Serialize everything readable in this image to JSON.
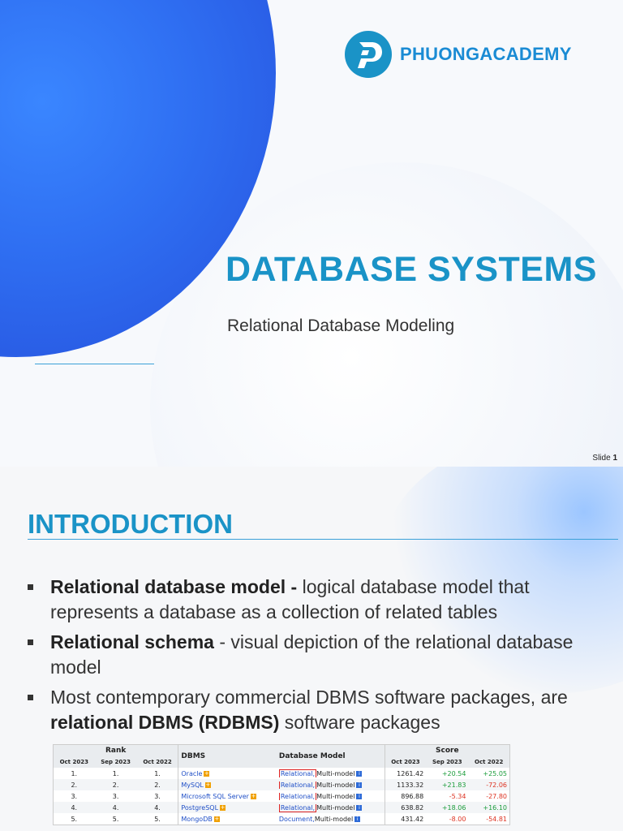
{
  "slide1": {
    "brand": "PHUONGACADEMY",
    "title": "DATABASE SYSTEMS",
    "subtitle": "Relational Database Modeling",
    "slide_label": "Slide",
    "slide_number": "1",
    "colors": {
      "accent": "#1a93c7",
      "brand": "#1a8bd4",
      "blob": "#2f6ff2"
    }
  },
  "slide2": {
    "heading": "INTRODUCTION",
    "bullets": [
      {
        "bold": "Relational database model -",
        "text": " logical database model that represents a database as a collection of related tables"
      },
      {
        "bold": "Relational schema",
        "text": " - visual depiction of the relational database model"
      },
      {
        "pre": "Most contemporary commercial DBMS software packages, are ",
        "bold": "relational DBMS (RDBMS)",
        "text": " software packages"
      }
    ],
    "table": {
      "group_headers": {
        "rank": "Rank",
        "dbms": "DBMS",
        "model": "Database Model",
        "score": "Score"
      },
      "sub_headers": [
        "Oct 2023",
        "Sep 2023",
        "Oct 2022"
      ],
      "rows": [
        {
          "r1": "1.",
          "r2": "1.",
          "r3": "1.",
          "name": "Oracle",
          "model_a": "Relational,",
          "model_b": "Multi-model",
          "score": "1261.42",
          "d1": "+20.54",
          "d2": "+25.05"
        },
        {
          "r1": "2.",
          "r2": "2.",
          "r3": "2.",
          "name": "MySQL",
          "model_a": "Relational,",
          "model_b": "Multi-model",
          "score": "1133.32",
          "d1": "+21.83",
          "d2": "-72.06"
        },
        {
          "r1": "3.",
          "r2": "3.",
          "r3": "3.",
          "name": "Microsoft SQL Server",
          "model_a": "Relational,",
          "model_b": "Multi-model",
          "score": "896.88",
          "d1": "-5.34",
          "d2": "-27.80"
        },
        {
          "r1": "4.",
          "r2": "4.",
          "r3": "4.",
          "name": "PostgreSQL",
          "model_a": "Relational,",
          "model_b": "Multi-model",
          "score": "638.82",
          "d1": "+18.06",
          "d2": "+16.10"
        },
        {
          "r1": "5.",
          "r2": "5.",
          "r3": "5.",
          "name": "MongoDB",
          "model_a": "Document,",
          "model_b": "Multi-model",
          "score": "431.42",
          "d1": "-8.00",
          "d2": "-54.81"
        }
      ]
    }
  }
}
